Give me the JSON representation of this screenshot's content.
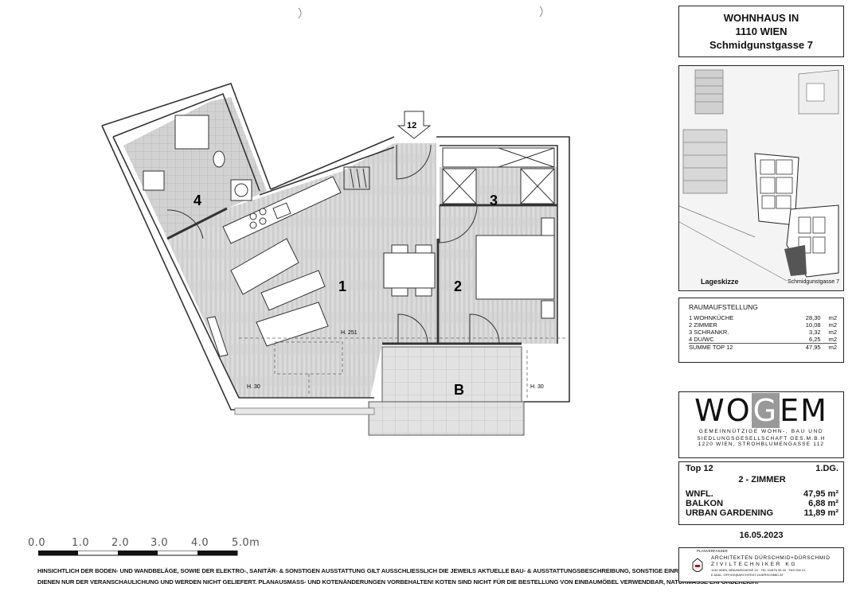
{
  "header": {
    "line1": "WOHNHAUS IN",
    "line2": "1110 WIEN",
    "line3": "Schmidgunstgasse 7"
  },
  "site_map": {
    "label": "Lageskizze",
    "street": "Schmidgunstgasse 7"
  },
  "room_schedule": {
    "title": "RAUMAUFSTELLUNG",
    "rows": [
      {
        "name": "1  WOHNKÜCHE",
        "area": "28,30",
        "unit": "m2"
      },
      {
        "name": "2  ZIMMER",
        "area": "10,08",
        "unit": "m2"
      },
      {
        "name": "3  SCHRANKR.",
        "area": "3,32",
        "unit": "m2"
      },
      {
        "name": "4  DU/WC",
        "area": "6,25",
        "unit": "m2"
      }
    ],
    "total": {
      "name": "SUMME TOP 12",
      "area": "47,95",
      "unit": "m2"
    }
  },
  "logo": {
    "text_a": "WO",
    "text_b": "G",
    "text_c": "EM",
    "sub1": "GEMEINNÜTZIGE WOHN-, BAU UND",
    "sub2": "SIEDLUNGSGESELLSCHAFT GES.M.B.H",
    "sub3": "1220 WIEN, STROHBLUMENGASSE 112"
  },
  "unit_info": {
    "top": "Top 12",
    "floor": "1.DG.",
    "type": "2 - ZIMMER",
    "rows": [
      {
        "label": "WNFL.",
        "value": "47,95 m²"
      },
      {
        "label": "BALKON",
        "value": "6,88 m²"
      },
      {
        "label": "URBAN GARDENING",
        "value": "11,89 m²"
      }
    ]
  },
  "date": "16.05.2023",
  "planverfasser": {
    "label": "PLANVERFASSER",
    "line1": "ARCHITEKTEN DÜRSCHMID+DÜRSCHMID",
    "line2": "ZIVILTECHNIKER KG",
    "line3": "1130 WIEN, BRAHMSGASSE 20 · TEL 01/876 55 40 · FAX DW 21",
    "line4": "E-MAIL: OFFICE@ARCHITEKT-DUERSCHMID.AT"
  },
  "plan": {
    "room_numbers": [
      "1",
      "2",
      "3",
      "4"
    ],
    "balcony": "B",
    "door_marker": "12",
    "height_251": "H. 251",
    "height_30_left": "H. 30",
    "height_30_right": "H. 30"
  },
  "scale_bar": {
    "labels": [
      "0.0",
      "1.0",
      "2.0",
      "3.0",
      "4.0",
      "5.0m"
    ]
  },
  "disclaimer": {
    "line1": "HINSICHTLICH DER BODEN- UND WANDBELÄGE, SOWIE DER ELEKTRO-, SANITÄR- & SONSTIGEN AUSSTATTUNG GILT AUSSCHLIESSLICH DIE JEWEILS AKTUELLE BAU- & AUSSTATTUNGSBESCHREIBUNG, SONSTIGE EINRICHTUNGSGEGENSTÄNDE",
    "line2": "DIENEN NUR DER VERANSCHAULICHUNG UND WERDEN NICHT GELIEFERT. PLANAUSMASS- UND KOTENÄNDERUNGEN VORBEHALTEN! KOTEN SIND NICHT FÜR DIE BESTELLUNG VON EINBAUMÖBEL VERWENDBAR, NATURMASSE ERFORDERLICH!"
  }
}
